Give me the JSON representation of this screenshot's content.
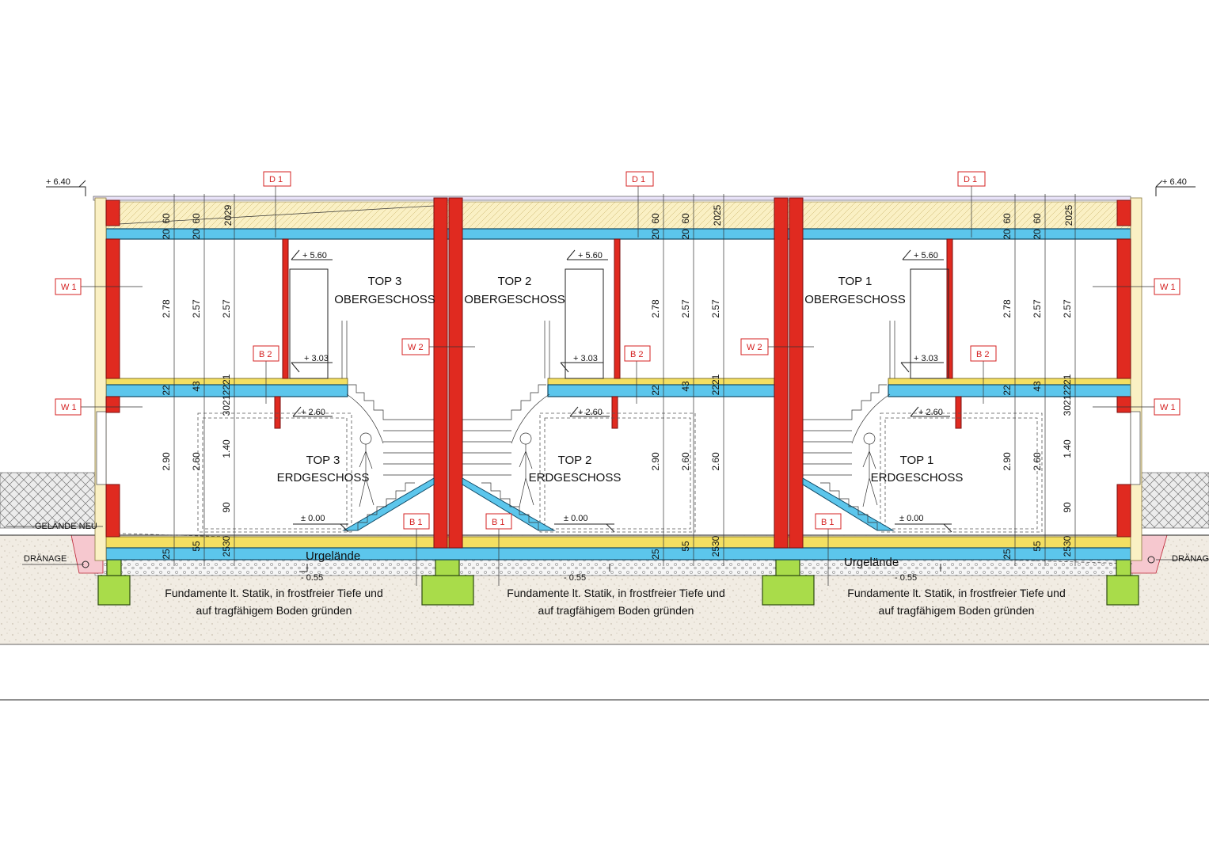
{
  "levels": {
    "roof_left": "+ 6.40",
    "roof_right": "+ 6.40",
    "og_top_1": "+ 5.60",
    "og_top_2": "+ 5.60",
    "og_top_3": "+ 5.60",
    "og_floor_1": "+ 3.03",
    "og_floor_2": "+ 3.03",
    "og_floor_3": "+ 3.03",
    "eg_top_1": "+ 2.60",
    "eg_top_2": "+ 2.60",
    "eg_top_3": "+ 2.60",
    "eg_floor_1": "± 0.00",
    "eg_floor_2": "± 0.00",
    "eg_floor_3": "± 0.00",
    "found_1": "- 0.55",
    "found_2": "- 0.55",
    "found_3": "- 0.55"
  },
  "tags": {
    "d1": "D 1",
    "w1": "W 1",
    "w2": "W 2",
    "b1": "B 1",
    "b2": "B 2"
  },
  "rooms": {
    "top3_og": [
      "TOP 3",
      "OBERGESCHOSS"
    ],
    "top2_og": [
      "TOP 2",
      "OBERGESCHOSS"
    ],
    "top1_og": [
      "TOP 1",
      "OBERGESCHOSS"
    ],
    "top3_eg": [
      "TOP 3",
      "ERDGESCHOSS"
    ],
    "top2_eg": [
      "TOP 2",
      "ERDGESCHOSS"
    ],
    "top1_eg": [
      "TOP 1",
      "ERDGESCHOSS"
    ]
  },
  "dimensions": {
    "d278": "2.78",
    "d257": "2.57",
    "d290": "2.90",
    "d260": "2.60",
    "d140": "1.40",
    "d90": "90",
    "d60": "60",
    "d20": "20",
    "d22": "22",
    "d43": "43",
    "d21": "21",
    "d25": "25",
    "d55": "55",
    "d30": "30",
    "d2029": "2029",
    "d2025": "2025",
    "d2221": "2221",
    "d2530": "2530",
    "d3021": "3021"
  },
  "terrain": {
    "gelaende_neu": "GELÄNDE NEU",
    "draenage": "DRÄNAGE",
    "urgelaende": "Urgelände"
  },
  "notes": {
    "foundation_line1": "Fundamente lt. Statik, in frostfreier Tiefe und",
    "foundation_line2": "auf tragfähigem Boden gründen"
  },
  "colors": {
    "walls": "#e02a20",
    "slabs": "#5cc6ec",
    "screed": "#f3df62",
    "insulation": "#faf0c4",
    "footings": "#a9dc4a",
    "ground": "#f2ede4"
  }
}
